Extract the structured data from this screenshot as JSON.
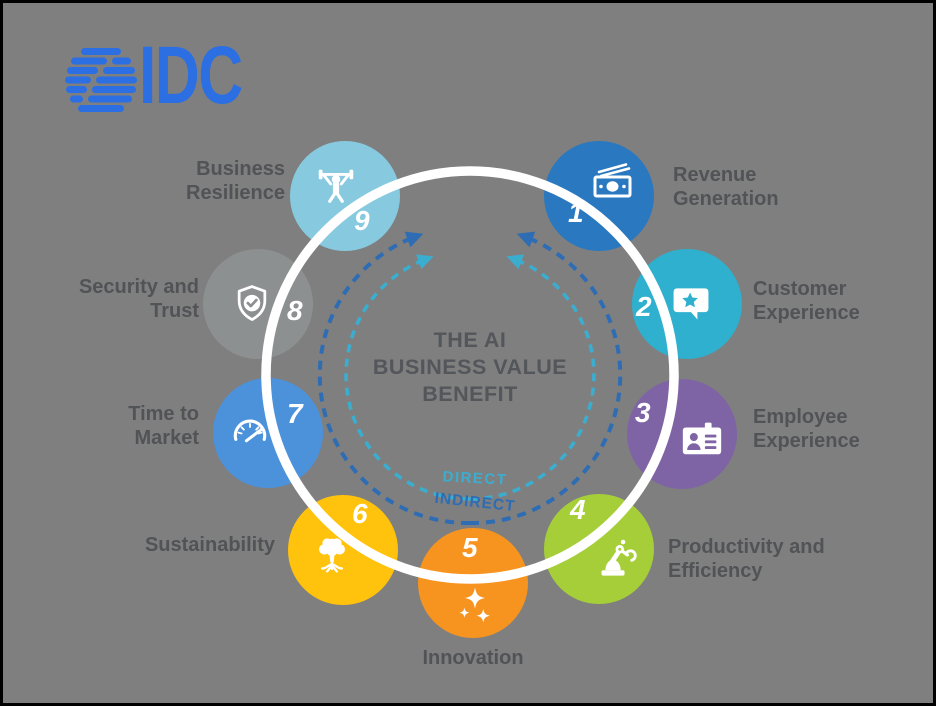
{
  "background_color": "#7F7F7F",
  "border_color": "#000000",
  "label_color": "#515356",
  "logo": {
    "text": "IDC",
    "color": "#2B6FE3"
  },
  "center": {
    "title_lines": [
      "THE AI",
      "BUSINESS VALUE",
      "BENEFIT"
    ],
    "title_color": "#53565A",
    "ring_color": "#FFFFFF",
    "direct_label": "DIRECT",
    "direct_color": "#3BAED0",
    "indirect_label": "INDIRECT",
    "indirect_color": "#2E6DB4"
  },
  "nodes": [
    {
      "number": "1",
      "label_lines": [
        "Revenue",
        "Generation"
      ],
      "color": "#2A78BF",
      "icon": "money-icon"
    },
    {
      "number": "2",
      "label_lines": [
        "Customer",
        "Experience"
      ],
      "color": "#2FB0CE",
      "icon": "chat-star-icon"
    },
    {
      "number": "3",
      "label_lines": [
        "Employee",
        "Experience"
      ],
      "color": "#7F64A5",
      "icon": "id-badge-icon"
    },
    {
      "number": "4",
      "label_lines": [
        "Productivity and",
        "Efficiency"
      ],
      "color": "#A5CE39",
      "icon": "robot-arm-icon"
    },
    {
      "number": "5",
      "label_lines": [
        "Innovation"
      ],
      "color": "#F79420",
      "icon": "sparkles-icon"
    },
    {
      "number": "6",
      "label_lines": [
        "Sustainability"
      ],
      "color": "#FFC20D",
      "icon": "tree-icon"
    },
    {
      "number": "7",
      "label_lines": [
        "Time to",
        "Market"
      ],
      "color": "#4B92DB",
      "icon": "speedometer-icon"
    },
    {
      "number": "8",
      "label_lines": [
        "Security and",
        "Trust"
      ],
      "color": "#8D9091",
      "icon": "shield-check-icon"
    },
    {
      "number": "9",
      "label_lines": [
        "Business",
        "Resilience"
      ],
      "color": "#87CADF",
      "icon": "weightlifter-icon"
    }
  ]
}
